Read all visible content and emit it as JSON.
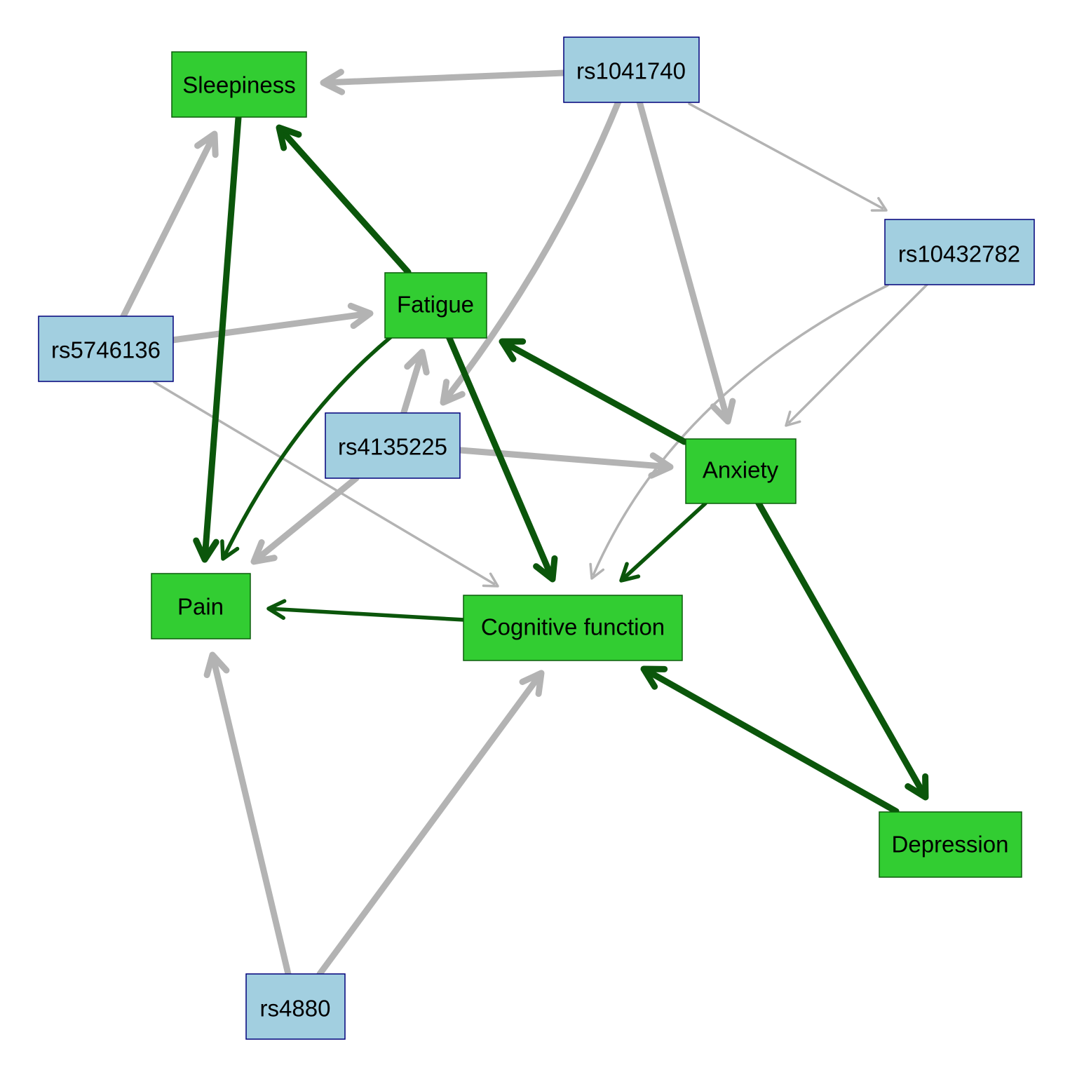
{
  "colors": {
    "symptom_fill": "#32CD32",
    "symptom_border": "#0B5D0B",
    "snp_fill": "#A2CFE0",
    "snp_border": "#00007A",
    "symptom_edge": "#0B560B",
    "snp_edge": "#B3B3B3"
  },
  "nodes": {
    "sleepiness": {
      "label": "Sleepiness",
      "kind": "symptom"
    },
    "fatigue": {
      "label": "Fatigue",
      "kind": "symptom"
    },
    "pain": {
      "label": "Pain",
      "kind": "symptom"
    },
    "cognitive": {
      "label": "Cognitive function",
      "kind": "symptom"
    },
    "anxiety": {
      "label": "Anxiety",
      "kind": "symptom"
    },
    "depression": {
      "label": "Depression",
      "kind": "symptom"
    },
    "rs1041740": {
      "label": "rs1041740",
      "kind": "snp"
    },
    "rs10432782": {
      "label": "rs10432782",
      "kind": "snp"
    },
    "rs5746136": {
      "label": "rs5746136",
      "kind": "snp"
    },
    "rs4135225": {
      "label": "rs4135225",
      "kind": "snp"
    },
    "rs4880": {
      "label": "rs4880",
      "kind": "snp"
    }
  },
  "edges": [
    {
      "from": "rs1041740",
      "to": "sleepiness",
      "kind": "snp"
    },
    {
      "from": "rs1041740",
      "to": "rs4135225",
      "kind": "snp"
    },
    {
      "from": "rs1041740",
      "to": "anxiety",
      "kind": "snp"
    },
    {
      "from": "rs1041740",
      "to": "rs10432782",
      "kind": "snp"
    },
    {
      "from": "rs10432782",
      "to": "cognitive",
      "kind": "snp"
    },
    {
      "from": "rs10432782",
      "to": "anxiety",
      "kind": "snp"
    },
    {
      "from": "rs5746136",
      "to": "sleepiness",
      "kind": "snp"
    },
    {
      "from": "rs5746136",
      "to": "fatigue",
      "kind": "snp"
    },
    {
      "from": "rs5746136",
      "to": "cognitive",
      "kind": "snp"
    },
    {
      "from": "rs4135225",
      "to": "fatigue",
      "kind": "snp"
    },
    {
      "from": "rs4135225",
      "to": "anxiety",
      "kind": "snp"
    },
    {
      "from": "rs4135225",
      "to": "pain",
      "kind": "snp"
    },
    {
      "from": "rs4880",
      "to": "pain",
      "kind": "snp"
    },
    {
      "from": "rs4880",
      "to": "cognitive",
      "kind": "snp"
    },
    {
      "from": "sleepiness",
      "to": "pain",
      "kind": "symptom"
    },
    {
      "from": "fatigue",
      "to": "sleepiness",
      "kind": "symptom"
    },
    {
      "from": "fatigue",
      "to": "pain",
      "kind": "symptom"
    },
    {
      "from": "fatigue",
      "to": "cognitive",
      "kind": "symptom"
    },
    {
      "from": "anxiety",
      "to": "fatigue",
      "kind": "symptom"
    },
    {
      "from": "anxiety",
      "to": "cognitive",
      "kind": "symptom"
    },
    {
      "from": "anxiety",
      "to": "depression",
      "kind": "symptom"
    },
    {
      "from": "cognitive",
      "to": "pain",
      "kind": "symptom"
    },
    {
      "from": "depression",
      "to": "cognitive",
      "kind": "symptom"
    }
  ]
}
